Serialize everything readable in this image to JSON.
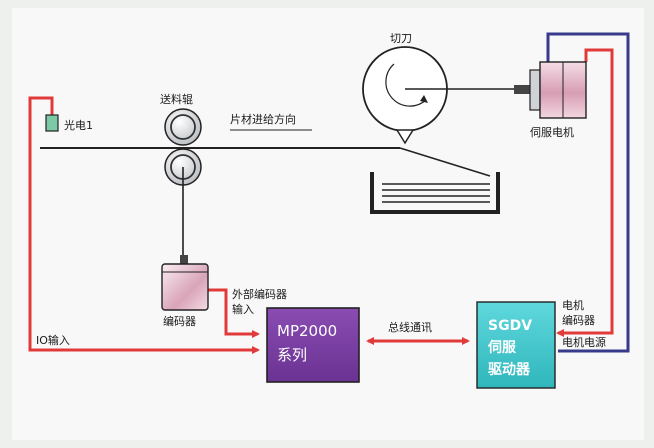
{
  "labels": {
    "photo_sensor": "光电1",
    "feed_roller": "送料辊",
    "sheet_direction": "片材进给方向",
    "cutter": "切刀",
    "servo_motor": "伺服电机",
    "encoder": "编码器",
    "ext_encoder_input_line1": "外部编码器",
    "ext_encoder_input_line2": "输入",
    "io_input": "IO输入",
    "bus_comm": "总线通讯",
    "motor_encoder_line1": "电机",
    "motor_encoder_line2": "编码器",
    "motor_power": "电机电源"
  },
  "controller": {
    "line1": "MP2000",
    "line2": "系列"
  },
  "servo_driver": {
    "line1": "SGDV",
    "line2": "伺服",
    "line3": "驱动器"
  },
  "colors": {
    "signal_wire": "#e03a3a",
    "power_wire": "#3a3a8c",
    "controller_fill": "#7a3fa0",
    "driver_fill": "#3cc4c8",
    "motor_body": "#d8a8b8"
  }
}
